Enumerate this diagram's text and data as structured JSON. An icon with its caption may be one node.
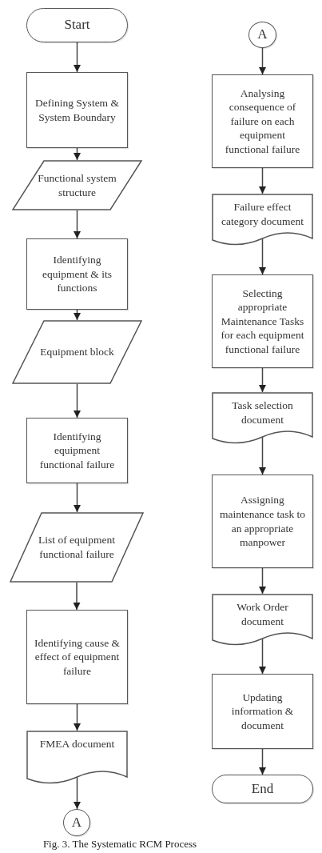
{
  "diagram": {
    "caption": "Fig. 3. The Systematic RCM Process",
    "nodes": [
      {
        "text": [
          "Start"
        ]
      },
      {
        "text": [
          "Defining System & System Boundary"
        ]
      },
      {
        "text": [
          "Functional system structure"
        ]
      },
      {
        "text": [
          "Identifying equipment & its functions"
        ]
      },
      {
        "text": [
          "Equipment block"
        ]
      },
      {
        "text": [
          "Identifying equipment functional failure"
        ]
      },
      {
        "text": [
          "List of equipment functional failure"
        ]
      },
      {
        "text": [
          "Identifying cause & effect of equipment failure"
        ]
      },
      {
        "text": [
          "FMEA document"
        ]
      },
      {
        "text": [
          "A"
        ]
      },
      {
        "text": [
          "A"
        ]
      },
      {
        "text": [
          "Analysing consequence of failure on each equipment functional failure"
        ]
      },
      {
        "text": [
          "Failure effect category document"
        ]
      },
      {
        "text": [
          "Selecting appropriate Maintenance Tasks for each equipment functional failure"
        ]
      },
      {
        "text": [
          "Task selection document"
        ]
      },
      {
        "text": [
          "Assigning maintenance task to an appropriate manpower"
        ]
      },
      {
        "text": [
          "Work Order document"
        ]
      },
      {
        "text": [
          "Updating information & document"
        ]
      },
      {
        "text": [
          "End"
        ]
      }
    ],
    "edges": [
      {
        "from": 0,
        "to": 1,
        "arrow": "to"
      },
      {
        "from": 1,
        "to": 2,
        "arrow": "to"
      },
      {
        "from": 2,
        "to": 3,
        "arrow": "to"
      },
      {
        "from": 3,
        "to": 4,
        "arrow": "to"
      },
      {
        "from": 4,
        "to": 5,
        "arrow": "to"
      },
      {
        "from": 5,
        "to": 6,
        "arrow": "to"
      },
      {
        "from": 6,
        "to": 7,
        "arrow": "to"
      },
      {
        "from": 7,
        "to": 8,
        "arrow": "to"
      },
      {
        "from": 8,
        "to": 9,
        "arrow": "to"
      },
      {
        "from": 10,
        "to": 11,
        "arrow": "to"
      },
      {
        "from": 11,
        "to": 12,
        "arrow": "to"
      },
      {
        "from": 12,
        "to": 13,
        "arrow": "to"
      },
      {
        "from": 13,
        "to": 14,
        "arrow": "to"
      },
      {
        "from": 14,
        "to": 15,
        "arrow": "to"
      },
      {
        "from": 15,
        "to": 16,
        "arrow": "to"
      },
      {
        "from": 16,
        "to": 17,
        "arrow": "to"
      },
      {
        "from": 17,
        "to": 18,
        "arrow": "to"
      }
    ]
  }
}
